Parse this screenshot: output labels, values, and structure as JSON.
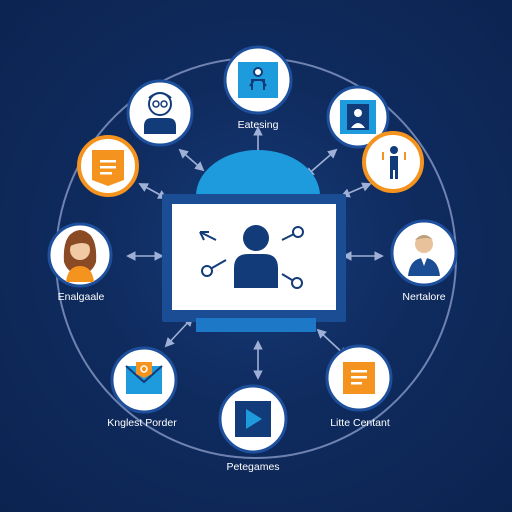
{
  "labels": {
    "top": "Eatesing",
    "left": "Enalgaale",
    "right": "Nertalore",
    "bottom_left": "Knglest Porder",
    "bottom": "Petegames",
    "bottom_right": "Litte Centant"
  },
  "colors": {
    "background": "#0f2b5e",
    "ring": "#8ea0c8",
    "orange": "#f5931f",
    "blue_accent": "#1e9bdc",
    "dark_blue": "#123b7a",
    "white": "#ffffff"
  },
  "icons": {
    "center": "user-network-icon",
    "top": "person-figure-icon",
    "top_left": "man-glasses-avatar-icon",
    "top_right": "person-portrait-icon",
    "right_top": "person-standing-icon",
    "left_top": "document-list-icon",
    "left": "woman-avatar-icon",
    "right": "man-avatar-icon",
    "bottom_left": "mail-icon",
    "bottom": "play-icon",
    "bottom_right": "list-document-icon"
  }
}
